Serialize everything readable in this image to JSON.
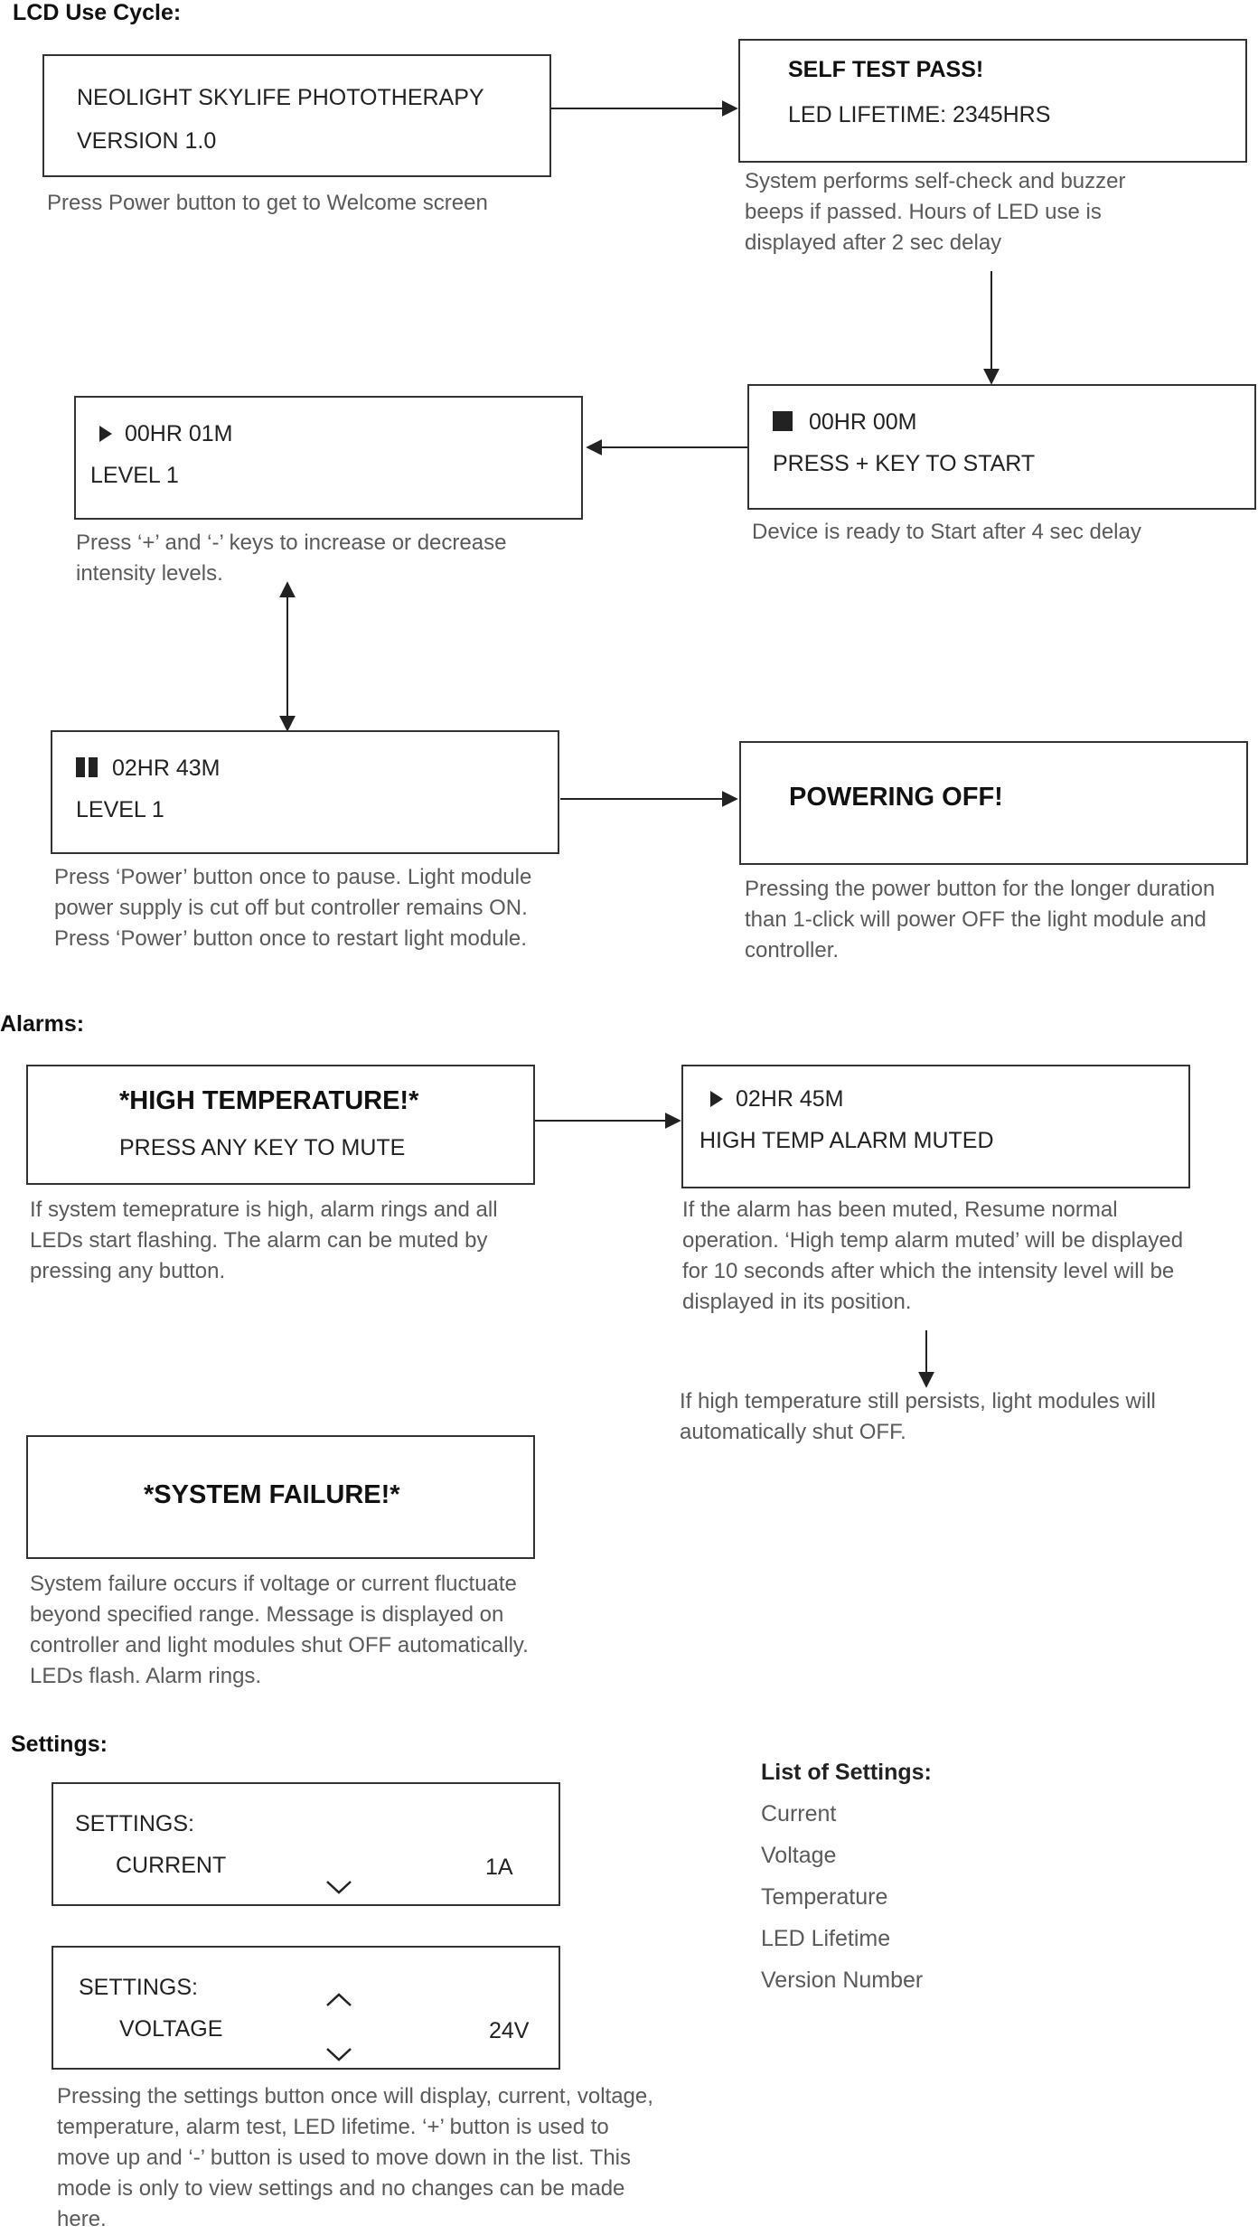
{
  "sections": {
    "lcd_use_cycle": "LCD Use Cycle:",
    "alarms": "Alarms:",
    "settings": "Settings:"
  },
  "screens": {
    "welcome": {
      "line1": "NEOLIGHT SKYLIFE PHOTOTHERAPY",
      "line2": "VERSION 1.0",
      "desc": "Press Power button to get to Welcome screen"
    },
    "self_test": {
      "line1": "SELF TEST PASS!",
      "line2": "LED LIFETIME: 2345HRS",
      "desc": "System performs self-check and buzzer beeps if passed. Hours of LED use is displayed after 2 sec delay"
    },
    "ready": {
      "icon": "stop-icon",
      "line1": "00HR 00M",
      "line2": "PRESS +  KEY TO START",
      "desc": "Device is ready to Start after 4 sec delay"
    },
    "running": {
      "icon": "play-icon",
      "line1": "00HR 01M",
      "line2": "LEVEL 1",
      "desc": "Press ‘+’ and ‘-’ keys to increase or decrease intensity levels."
    },
    "paused": {
      "icon": "pause-icon",
      "line1": "02HR 43M",
      "line2": "LEVEL 1",
      "desc": "Press ‘Power’ button once to pause. Light module power supply is cut off but controller remains ON. Press ‘Power’ button once to restart light module."
    },
    "powering_off": {
      "line1": "POWERING OFF!",
      "desc": "Pressing the power button for the longer duration than 1-click will power OFF the light module and controller."
    },
    "high_temp": {
      "line1": "*HIGH TEMPERATURE!*",
      "line2": "PRESS ANY KEY TO MUTE",
      "desc": "If system temeprature is high, alarm rings and all LEDs start flashing. The alarm can be muted by pressing any button."
    },
    "muted": {
      "icon": "play-icon",
      "line1": "02HR 45M",
      "line2": "HIGH TEMP ALARM MUTED",
      "desc": "If the alarm has been muted, Resume normal operation. ‘High temp alarm muted’ will be displayed for 10 seconds after which the intensity level will be displayed in its position.",
      "after": "If high temperature still persists, light modules will automatically shut OFF."
    },
    "system_failure": {
      "line1": "*SYSTEM FAILURE!*",
      "desc": "System failure occurs if voltage or current fluctuate beyond specified range. Message is displayed on controller and light modules shut OFF automatically. LEDs flash. Alarm rings."
    },
    "settings_current": {
      "line1": "SETTINGS:",
      "label": "CURRENT",
      "value": "1A",
      "icon": "chevron-down-icon"
    },
    "settings_voltage": {
      "line1": "SETTINGS:",
      "label": "VOLTAGE",
      "value": "24V",
      "icons": [
        "chevron-up-icon",
        "chevron-down-icon"
      ],
      "desc": "Pressing the settings button once will display, current, voltage, temperature, alarm test, LED lifetime. ‘+’ button is used to move up and ‘-’ button is used to move down in the list. This mode is only to view settings and no changes can be made here."
    }
  },
  "settings_list": {
    "title": "List of Settings:",
    "items": [
      "Current",
      "Voltage",
      "Temperature",
      "LED Lifetime",
      "Version Number"
    ]
  },
  "colors": {
    "border": "#333333",
    "text": "#222222",
    "description": "#5a5a5a"
  }
}
